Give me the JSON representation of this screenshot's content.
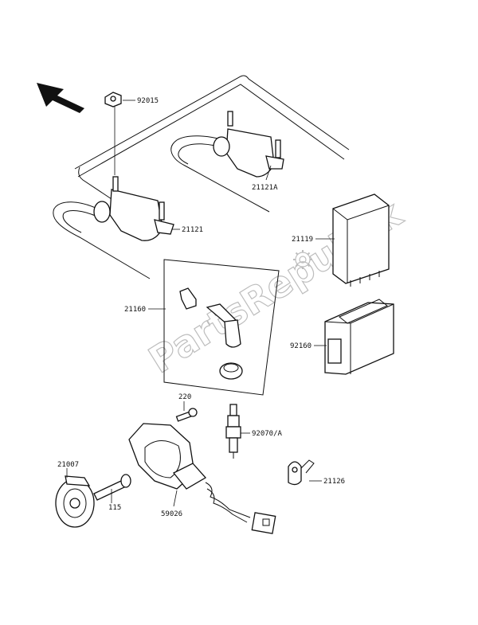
{
  "watermark": "PartsRepublik",
  "callouts": {
    "c92015": "92015",
    "c21121A": "21121A",
    "c21121": "21121",
    "c21119": "21119",
    "c21160": "21160",
    "c92160": "92160",
    "c220": "220",
    "c92070": "92070/A",
    "c21007": "21007",
    "c115": "115",
    "c59026": "59026",
    "c21126": "21126"
  },
  "icons": {
    "direction": "arrow-up-left-icon",
    "gear": "gear-icon"
  }
}
